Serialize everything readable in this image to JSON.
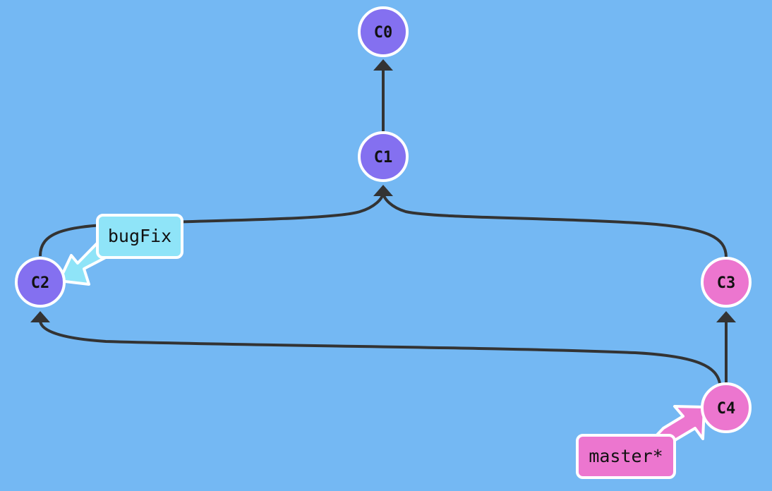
{
  "commits": [
    {
      "id": "C0",
      "color": "#8470f0",
      "parents": []
    },
    {
      "id": "C1",
      "color": "#8470f0",
      "parents": [
        "C0"
      ]
    },
    {
      "id": "C2",
      "color": "#8470f0",
      "parents": [
        "C1"
      ]
    },
    {
      "id": "C3",
      "color": "#ec76cf",
      "parents": [
        "C1"
      ]
    },
    {
      "id": "C4",
      "color": "#ec76cf",
      "parents": [
        "C3",
        "C2"
      ]
    }
  ],
  "branches": [
    {
      "name": "bugFix",
      "target": "C2",
      "color": "#8fe4f8"
    },
    {
      "name": "master*",
      "target": "C4",
      "color": "#ec76cf"
    }
  ],
  "colors": {
    "background": "#74b8f3",
    "edge": "#333333",
    "outline": "#ffffff",
    "text": "#111111"
  }
}
